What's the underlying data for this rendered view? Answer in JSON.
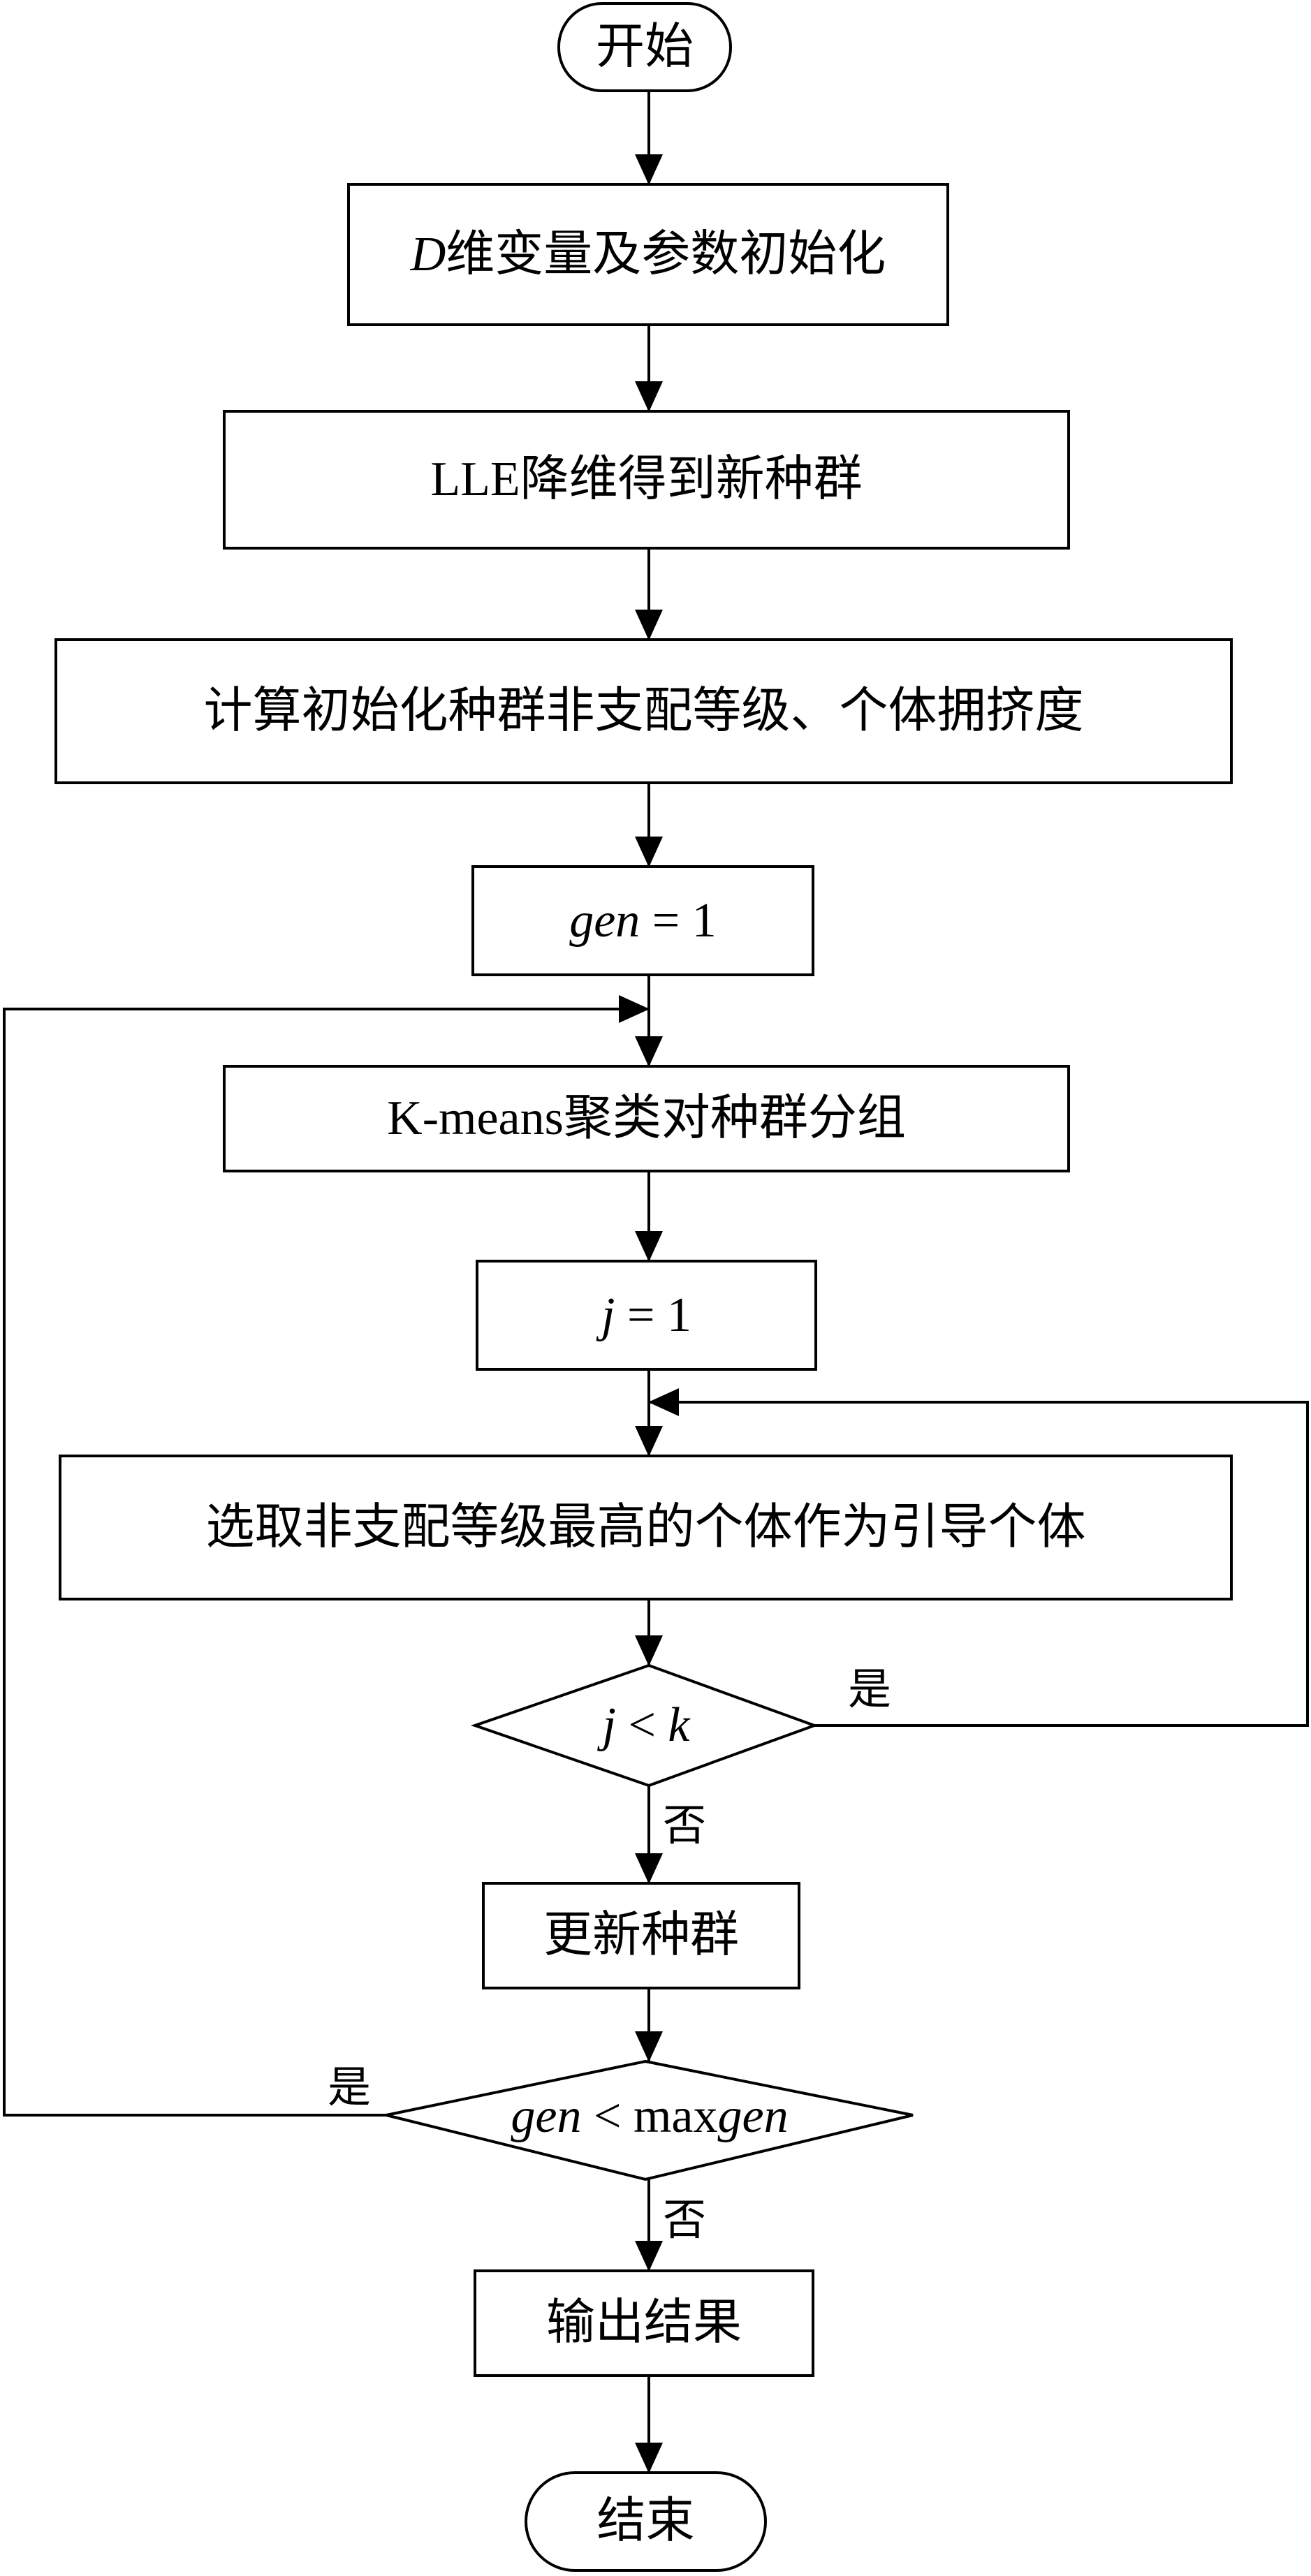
{
  "flowchart": {
    "start": "开始",
    "init": {
      "var": "D",
      "text": "维变量及参数初始化"
    },
    "lle": "LLE降维得到新种群",
    "compute": "计算初始化种群非支配等级、个体拥挤度",
    "gen_init": {
      "var": "gen",
      "rest": " = 1"
    },
    "kmeans": "K-means聚类对种群分组",
    "j_init": {
      "var": "j",
      "rest": " = 1"
    },
    "select": "选取非支配等级最高的个体作为引导个体",
    "cond_j": {
      "left": "j",
      "op": " < ",
      "right": "k"
    },
    "update": "更新种群",
    "cond_gen": {
      "left": "gen",
      "op": " < max",
      "right": "gen"
    },
    "output": "输出结果",
    "end": "结束",
    "yes": "是",
    "no": "否"
  }
}
